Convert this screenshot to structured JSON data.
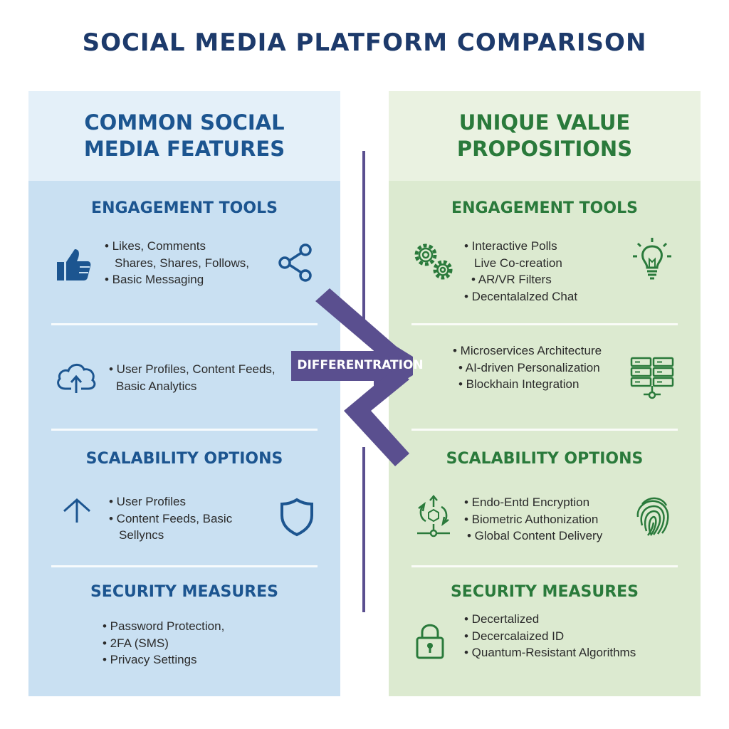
{
  "title": "SOCIAL MEDIA PLATFORM COMPARISON",
  "center_label": "DIFFERENTRATION",
  "colors": {
    "title": "#1d3a6b",
    "left_accent": "#1c5590",
    "right_accent": "#2a7a3b",
    "arrow": "#5a4f8f"
  },
  "left": {
    "heading": [
      "COMMON SOCIAL",
      "MEDIA FEATURES"
    ],
    "engagement": {
      "title": "ENGAGEMENT TOOLS",
      "bullets": [
        "• Likes, Comments",
        "Shares, Shares, Follows,",
        "• Basic Messaging"
      ],
      "icons": [
        "thumbs-up-icon",
        "share-icon"
      ]
    },
    "core": {
      "bullets": [
        "• User Profiles, Content Feeds,",
        "Basic Analytics"
      ],
      "icons": [
        "cloud-upload-icon"
      ]
    },
    "scalability": {
      "title": "SCALABILITY OPTIONS",
      "bullets": [
        "• User Profiles",
        "• Content Feeds, Basic",
        "Sellyncs"
      ],
      "icons": [
        "arrow-up-icon",
        "shield-icon"
      ]
    },
    "security": {
      "title": "SECURITY MEASURES",
      "bullets": [
        "• Password Protection,",
        "• 2FA (SMS)",
        "• Privacy Settings"
      ]
    }
  },
  "right": {
    "heading": [
      "UNIQUE VALUE",
      "PROPOSITIONS"
    ],
    "engagement": {
      "title": "ENGAGEMENT TOOLS",
      "bullets": [
        "• Interactive Polls",
        "Live Co-creation",
        "• AR/VR Filters",
        "• Decentalalzed Chat"
      ],
      "icons": [
        "gears-icon",
        "lightbulb-icon"
      ]
    },
    "core": {
      "bullets": [
        "• Microservices Architecture",
        "• AI-driven Personalization",
        "• Blockhain Integration"
      ],
      "icons": [
        "server-icon"
      ]
    },
    "scalability": {
      "title": "SCALABILITY OPTIONS",
      "bullets": [
        "• Endo-Entd Encryption",
        "• Biometric Authonization",
        "• Global Content Delivery"
      ],
      "icons": [
        "network-sync-icon",
        "fingerprint-icon"
      ]
    },
    "security": {
      "title": "SECURITY MEASURES",
      "bullets": [
        "• Decertalized",
        "• Decercalaized ID",
        "• Quantum-Resistant Algorithms"
      ],
      "icons": [
        "padlock-icon"
      ]
    }
  }
}
